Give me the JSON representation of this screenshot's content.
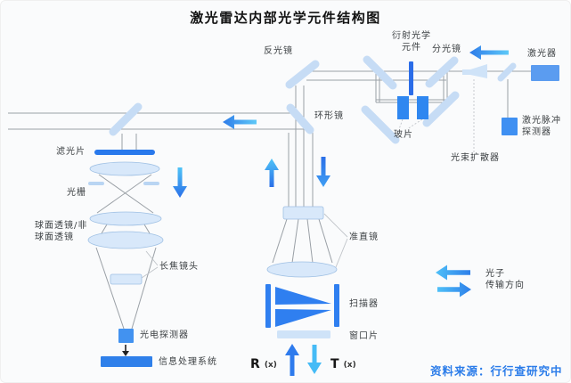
{
  "title": "激光雷达内部光学元件结构图",
  "labels": {
    "reflector": "反光镜",
    "doe": "衍射光学\n元件",
    "beam_splitter": "分光镜",
    "laser": "激光器",
    "ring_mirror": "环形镜",
    "glass_slide": "玻片",
    "beam_diffuser": "光束扩散器",
    "laser_pulse_detector": "激光脉冲\n探测器",
    "filter": "滤光片",
    "grating": "光栅",
    "spherical_lens": "球面透镜/非\n球面透镜",
    "telephoto_lens": "长焦镜头",
    "photodetector": "光电探测器",
    "info_system": "信息处理系统",
    "collimator": "准直镜",
    "scanner": "扫描器",
    "window": "窗口片",
    "r": "R",
    "t": "T",
    "x_suffix": "(x)",
    "legend": "光子\n传输方向"
  },
  "source": "资料来源：行行查研究中心",
  "colors": {
    "accent_blue": "#2f7ff0",
    "dark_blue": "#2b6de8",
    "mirror_light_blue": "#c6dcf5",
    "lens_fill": "#d8e8fa",
    "lens_stroke": "#9fc0e4",
    "cyan": "#4fc3f7",
    "laser_fill": "#5b9cf0",
    "line_gray": "#9aa0a6",
    "source_text": "#2b7ce9"
  }
}
